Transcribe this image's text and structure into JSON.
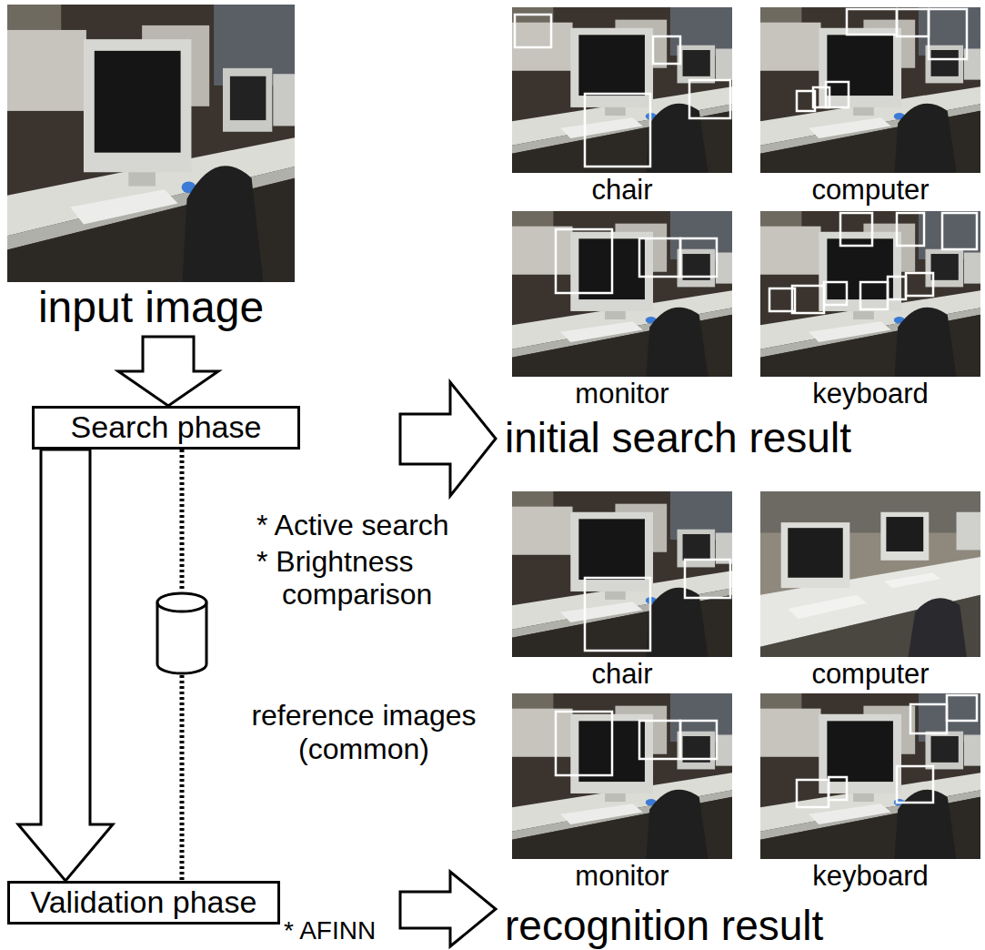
{
  "diagram": {
    "nodes": [
      {
        "text": [
          "input image"
        ]
      },
      {
        "text": [
          "Search phase"
        ]
      },
      {
        "text": [
          "reference images (common)"
        ]
      },
      {
        "text": [
          "Validation phase"
        ]
      },
      {
        "text": [
          "chair"
        ]
      },
      {
        "text": [
          "computer"
        ]
      },
      {
        "text": [
          "monitor"
        ]
      },
      {
        "text": [
          "keyboard"
        ]
      },
      {
        "text": [
          "chair"
        ]
      },
      {
        "text": [
          "computer"
        ]
      },
      {
        "text": [
          "monitor"
        ]
      },
      {
        "text": [
          "keyboard"
        ]
      }
    ],
    "edges": [
      {
        "from": 0,
        "to": 1,
        "arrow": "to"
      },
      {
        "from": 1,
        "to": 3,
        "arrow": "to"
      },
      {
        "from": 1,
        "to": 2,
        "arrow": "none"
      },
      {
        "from": 2,
        "to": 3,
        "arrow": "none"
      }
    ],
    "labels": [
      "initial search result",
      "recognition result",
      "* Active search",
      "* Brightness comparison",
      "* AFINN"
    ]
  }
}
